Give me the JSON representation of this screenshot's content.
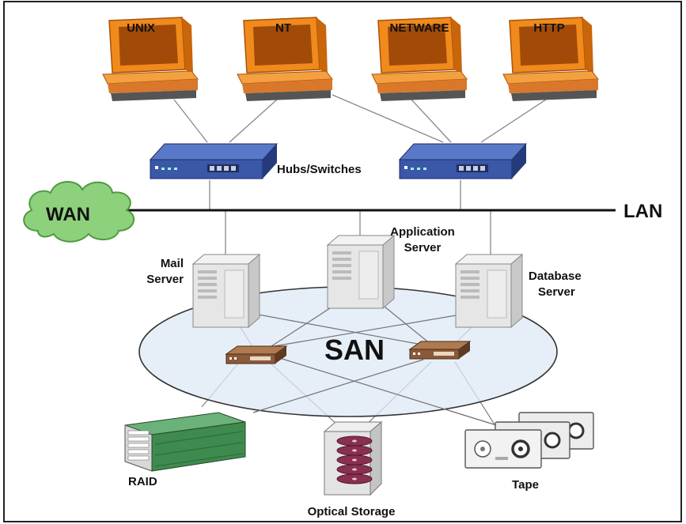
{
  "terminals": [
    {
      "label": "UNIX"
    },
    {
      "label": "NT"
    },
    {
      "label": "NETWARE"
    },
    {
      "label": "HTTP"
    }
  ],
  "hubs_label": "Hubs/Switches",
  "wan_label": "WAN",
  "lan_label": "LAN",
  "servers": {
    "mail": [
      "Mail",
      "Server"
    ],
    "application": [
      "Application",
      "Server"
    ],
    "database": [
      "Database",
      "Server"
    ]
  },
  "san_label": "SAN",
  "storage": {
    "raid": "RAID",
    "optical": "Optical Storage",
    "tape": "Tape"
  },
  "colors": {
    "terminal": "#f08a1c",
    "terminal_dark": "#c9650a",
    "switch": "#3a57a8",
    "switch_dark": "#243a7a",
    "san_switch": "#8a5a3a",
    "server": "#e6e6e6",
    "raid": "#3f8a4f",
    "disk": "#8a2f52",
    "cloud": "#8ed17c",
    "san_ring": "#dde9f6"
  }
}
